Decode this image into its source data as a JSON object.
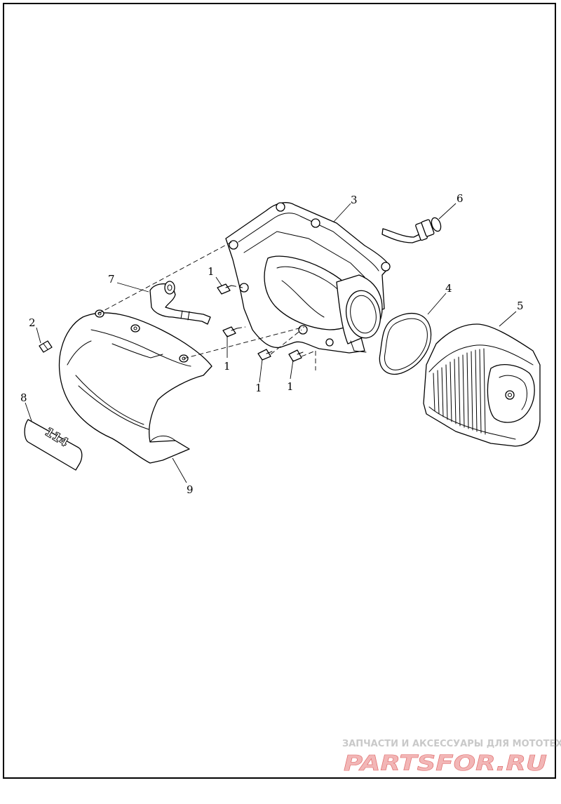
{
  "diagram": {
    "callouts": [
      {
        "id": "c1a",
        "label": "1"
      },
      {
        "id": "c1b",
        "label": "1"
      },
      {
        "id": "c1c",
        "label": "1"
      },
      {
        "id": "c1d",
        "label": "1"
      },
      {
        "id": "c2",
        "label": "2"
      },
      {
        "id": "c3",
        "label": "3"
      },
      {
        "id": "c4",
        "label": "4"
      },
      {
        "id": "c5",
        "label": "5"
      },
      {
        "id": "c6",
        "label": "6"
      },
      {
        "id": "c7",
        "label": "7"
      },
      {
        "id": "c8",
        "label": "8"
      },
      {
        "id": "c9",
        "label": "9"
      }
    ],
    "badge_text": "114"
  },
  "watermark": {
    "tagline": "ЗАПЧАСТИ И АКСЕССУАРЫ ДЛЯ МОТОТЕХНИКИ",
    "brand": "PARTSFOR.RU",
    "brand_color": "#e06c6c"
  }
}
